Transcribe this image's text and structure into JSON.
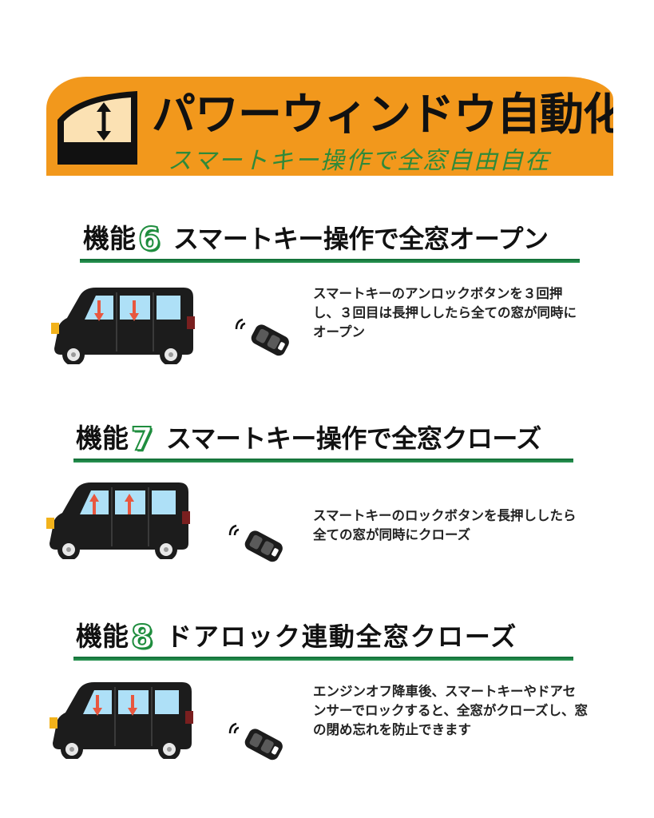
{
  "banner": {
    "title": "パワーウィンドウ自動化",
    "subtitle": "スマートキー操作で全窓自由自在",
    "icon": "window-up-down-icon"
  },
  "features": [
    {
      "label": "機能",
      "number": "6",
      "title": "スマートキー操作で全窓オープン",
      "description": "スマートキーのアンロックボタンを３回押し、３回目は長押ししたら全ての窓が同時にオープン",
      "arrow_direction": "down"
    },
    {
      "label": "機能",
      "number": "7",
      "title": "スマートキー操作で全窓クローズ",
      "description": "スマートキーのロックボタンを長押ししたら全ての窓が同時にクローズ",
      "arrow_direction": "up"
    },
    {
      "label": "機能",
      "number": "8",
      "title": "ドアロック連動全窓クローズ",
      "description": "エンジンオフ降車後、スマートキーやドアセンサーでロックすると、全窓がクローズし、窓の閉め忘れを防止できます",
      "arrow_direction": "down"
    }
  ],
  "colors": {
    "banner_bg": "#f2981c",
    "subtitle": "#2f8a3a",
    "accent_green": "#1f8d3e",
    "van_body": "#1c1c1c",
    "arrow": "#e8573f"
  }
}
